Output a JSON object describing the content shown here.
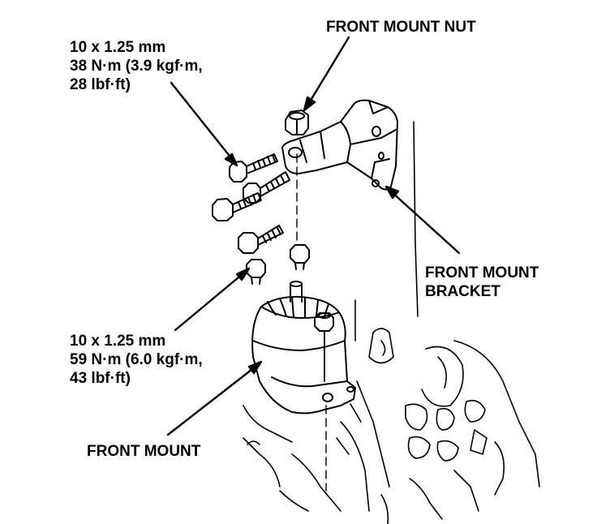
{
  "labels": {
    "front_mount_nut": "FRONT MOUNT NUT",
    "bracket_bolts": {
      "line1": "10 x 1.25 mm",
      "line2": "38 N·m (3.9 kgf·m,",
      "line3": "28 lbf·ft)"
    },
    "front_mount_bracket": {
      "line1": "FRONT MOUNT",
      "line2": "BRACKET"
    },
    "mount_bolts": {
      "line1": "10 x 1.25 mm",
      "line2": "59 N·m (6.0 kgf·m,",
      "line3": "43 lbf·ft)"
    },
    "front_mount": "FRONT MOUNT"
  },
  "colors": {
    "ink": "#000000",
    "paper": "#ffffff"
  }
}
